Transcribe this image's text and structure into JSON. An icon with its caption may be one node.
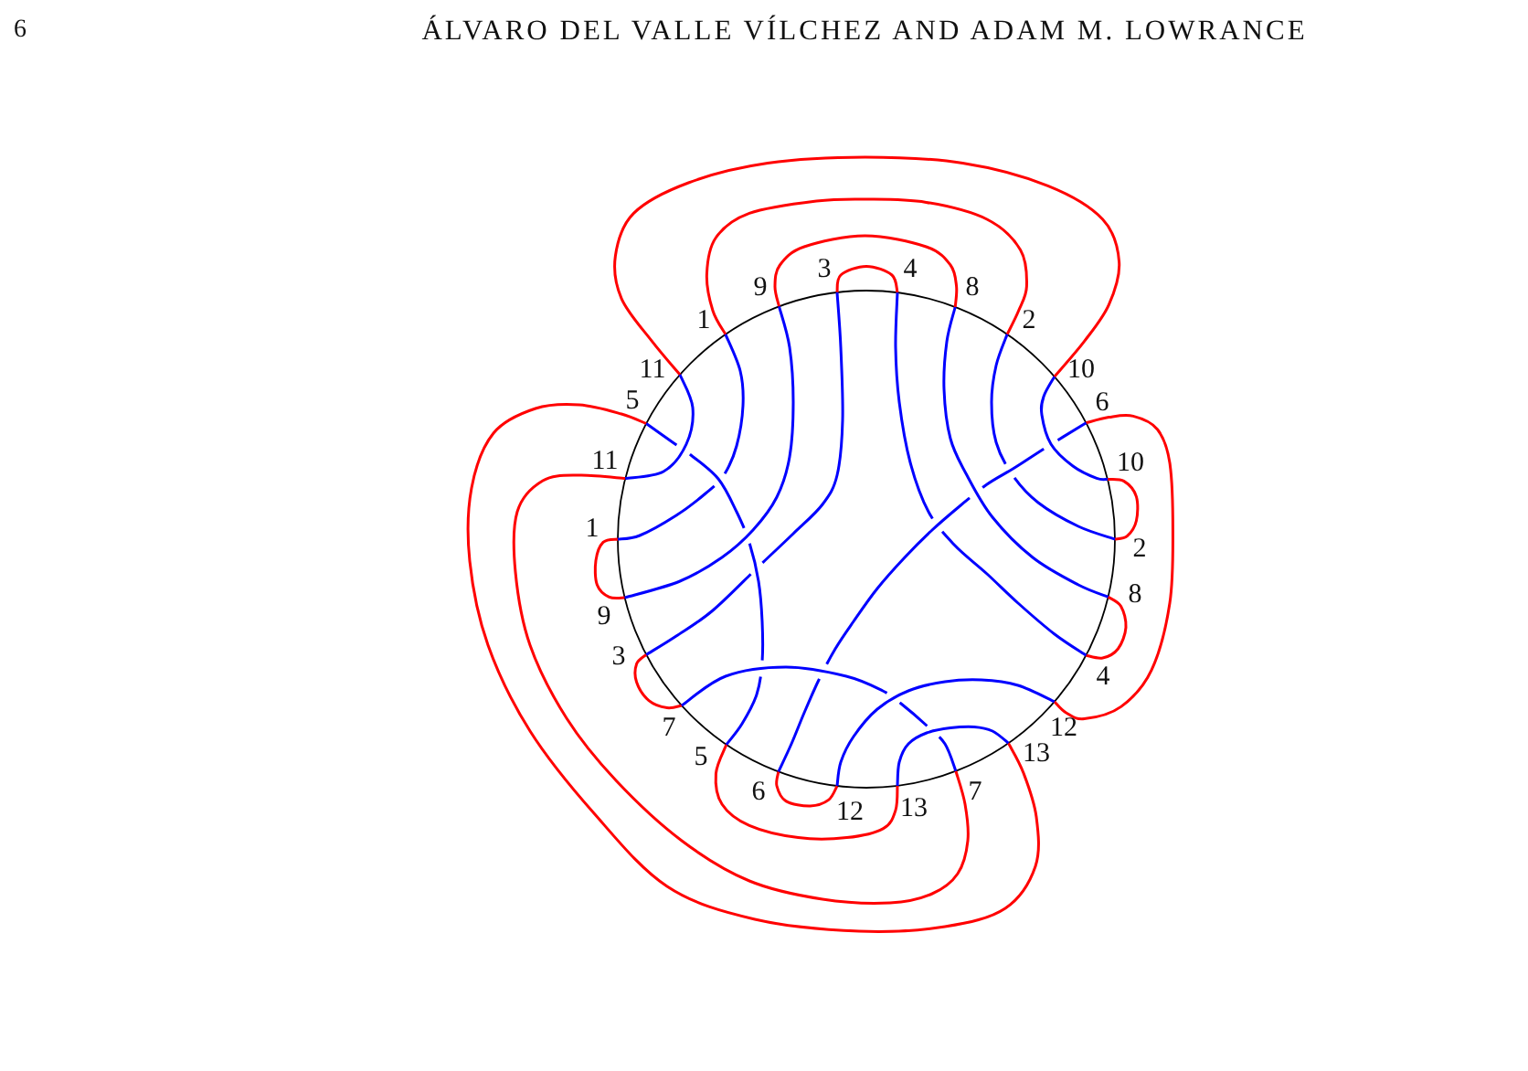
{
  "diagram": {
    "labels": [
      "6",
      "ÁLVARO DEL VALLE VÍLCHEZ AND ADAM M. LOWRANCE",
      "3",
      "4",
      "9",
      "8",
      "1",
      "2",
      "11",
      "10",
      "5",
      "6",
      "11",
      "10",
      "1",
      "2",
      "8",
      "9",
      "3",
      "4",
      "7",
      "12",
      "13",
      "5",
      "7",
      "6",
      "13",
      "12"
    ]
  }
}
